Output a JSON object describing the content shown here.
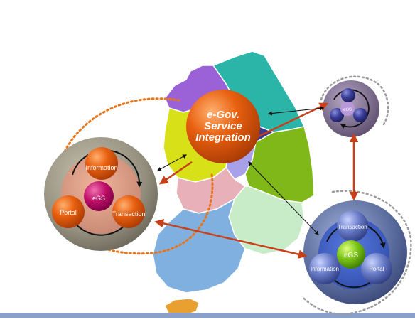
{
  "hub": {
    "line1": "e-Gov.",
    "line2": "Service",
    "line3": "Integration"
  },
  "left_cluster": {
    "center": "eGS",
    "nodes": [
      "Information",
      "Portal",
      "Transaction"
    ]
  },
  "top_right_cluster": {
    "center": "eGS"
  },
  "bottom_right_cluster": {
    "center": "eGS",
    "nodes": [
      "Transaction",
      "Information",
      "Portal"
    ]
  },
  "colors": {
    "orange": "#e05a10",
    "arrow_red": "#c8401a",
    "left_ring": "#8c8878",
    "right_ring": "#5f6f9a",
    "small_ring": "#7a6a88",
    "bottom_bar": "#8aa0c8"
  }
}
